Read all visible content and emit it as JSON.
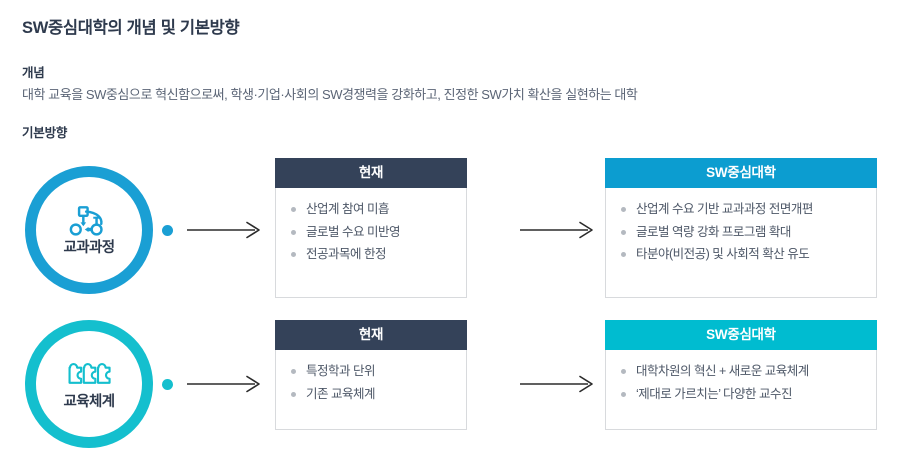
{
  "page": {
    "title": "SW중심대학의 개념 및 기본방향",
    "concept_label": "개념",
    "concept_text": "대학 교육을 SW중심으로 혁신함으로써, 학생·기업·사회의 SW경쟁력을 강화하고, 진정한 SW가치 확산을 실현하는 대학",
    "direction_label": "기본방향"
  },
  "colors": {
    "navy": "#344259",
    "cyan": "#0c9dd0",
    "teal": "#00bcd0",
    "circle_blue": "#1a9fd4",
    "circle_teal": "#14bfce",
    "bullet_gray": "#b4b9c0",
    "body_text": "#4d5767"
  },
  "rows": [
    {
      "circle": {
        "label": "교과과정",
        "icon": "network-flow-icon",
        "color": "#1a9fd4"
      },
      "current": {
        "header": "현재",
        "items": [
          "산업계 참여 미흡",
          "글로벌 수요 미반영",
          "전공과목에 한정"
        ]
      },
      "target": {
        "header": "SW중심대학",
        "items": [
          "산업계 수요 기반 교과과정 전면개편",
          "글로벌 역량 강화 프로그램 확대",
          "타분야(비전공) 및 사회적 확산 유도"
        ]
      }
    },
    {
      "circle": {
        "label": "교육체계",
        "icon": "puzzle-pieces-icon",
        "color": "#14bfce"
      },
      "current": {
        "header": "현재",
        "items": [
          "특정학과 단위",
          "기존 교육체계"
        ]
      },
      "target": {
        "header": "SW중심대학",
        "items": [
          "대학차원의 혁신 + 새로운 교육체계",
          "‘제대로 가르치는’ 다양한 교수진"
        ]
      }
    }
  ]
}
